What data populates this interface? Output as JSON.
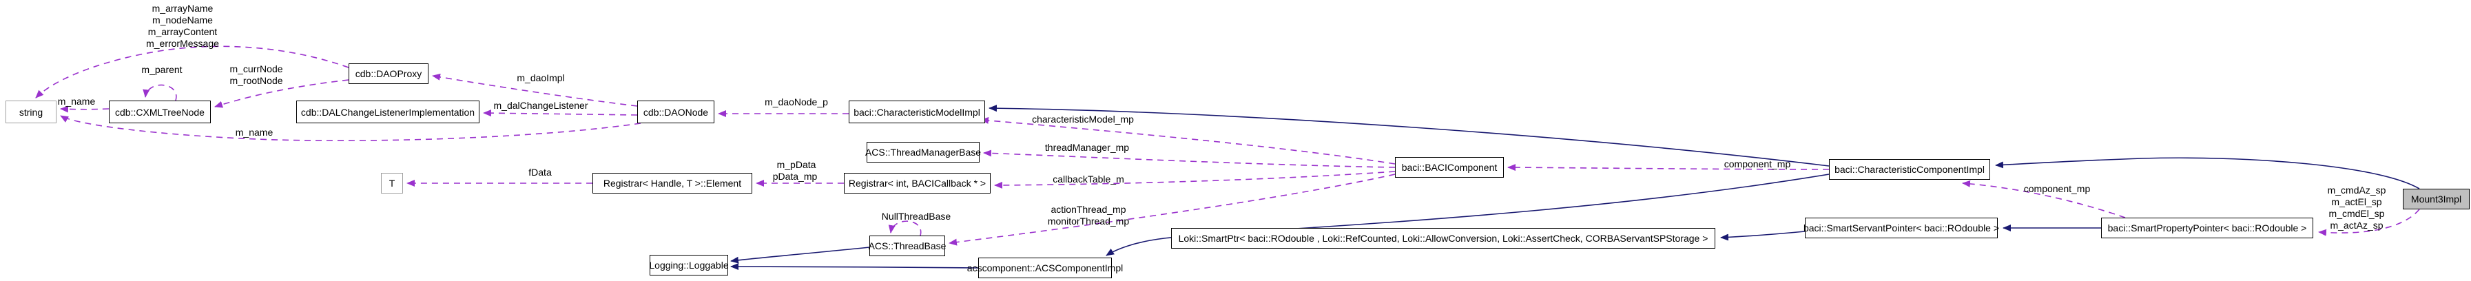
{
  "diagram": {
    "type": "collaboration-graph",
    "main_class": "Mount3Impl",
    "colors": {
      "usage_edge": "#9a32cd",
      "inheritance_edge": "#191970",
      "node_border": "#000000",
      "node_fill": "#ffffff",
      "external_node_border": "#9e9e9e",
      "main_node_fill": "#bfbfbf",
      "label_text": "#000000"
    },
    "nodes": {
      "string_type": {
        "label": "string"
      },
      "cxmltreenode": {
        "label": "cdb::CXMLTreeNode"
      },
      "daoproxy": {
        "label": "cdb::DAOProxy"
      },
      "dalchangelistener": {
        "label": "cdb::DALChangeListenerImplementation"
      },
      "daonode": {
        "label": "cdb::DAONode"
      },
      "charmodelimpl": {
        "label": "baci::CharacteristicModelImpl"
      },
      "threadmanagerbase": {
        "label": "ACS::ThreadManagerBase"
      },
      "t_param": {
        "label": "T"
      },
      "registrar_element": {
        "label": "Registrar< Handle, T >::Element"
      },
      "registrar_callback": {
        "label": "Registrar< int, BACICallback * >"
      },
      "bacicomponent": {
        "label": "baci::BACIComponent"
      },
      "charcomponentimpl": {
        "label": "baci::CharacteristicComponentImpl"
      },
      "threadbase": {
        "label": "ACS::ThreadBase"
      },
      "loggable": {
        "label": "Logging::Loggable"
      },
      "acscomponentimpl": {
        "label": "acscomponent::ACSComponentImpl"
      },
      "lokismartptr": {
        "label": "Loki::SmartPtr< baci::ROdouble , Loki::RefCounted, Loki::AllowConversion, Loki::AssertCheck, CORBAServantSPStorage >"
      },
      "smartservantpointer": {
        "label": "baci::SmartServantPointer< baci::ROdouble >"
      },
      "smartpropertypointer": {
        "label": "baci::SmartPropertyPointer< baci::ROdouble >"
      },
      "mount3impl": {
        "label": "Mount3Impl"
      }
    },
    "labels": {
      "proxy_fields": [
        "m_arrayName",
        "m_nodeName",
        "m_arrayContent",
        "m_errorMessage"
      ],
      "m_parent": "m_parent",
      "curr_root": [
        "m_currNode",
        "m_rootNode"
      ],
      "m_name_tree": "m_name",
      "m_name_daonode": "m_name",
      "m_daoImpl": "m_daoImpl",
      "m_dalChangeListener": "m_dalChangeListener",
      "m_daoNode_p": "m_daoNode_p",
      "characteristicModel_mp": "characteristicModel_mp",
      "threadManager_mp": "threadManager_mp",
      "callbackTable_m": "callbackTable_m",
      "action_monitor": [
        "actionThread_mp",
        "monitorThread_mp"
      ],
      "pdata": [
        "m_pData",
        "pData_mp"
      ],
      "fData": "fData",
      "NullThreadBase": "NullThreadBase",
      "component_mp_1": "component_mp",
      "component_mp_2": "component_mp",
      "mount_props": [
        "m_cmdAz_sp",
        "m_actEl_sp",
        "m_cmdEl_sp",
        "m_actAz_sp"
      ]
    },
    "edges": [
      {
        "from": "cdb::CXMLTreeNode",
        "to": "string",
        "label": "m_name",
        "type": "usage"
      },
      {
        "from": "cdb::CXMLTreeNode",
        "to": "cdb::CXMLTreeNode",
        "label": "m_parent",
        "type": "usage"
      },
      {
        "from": "cdb::DAOProxy",
        "to": "cdb::CXMLTreeNode",
        "label": "m_currNode m_rootNode",
        "type": "usage"
      },
      {
        "from": "cdb::DAOProxy",
        "to": "string",
        "label": "m_arrayName m_nodeName m_arrayContent m_errorMessage",
        "type": "usage"
      },
      {
        "from": "cdb::DAONode",
        "to": "string",
        "label": "m_name",
        "type": "usage"
      },
      {
        "from": "cdb::DAONode",
        "to": "cdb::DAOProxy",
        "label": "m_daoImpl",
        "type": "usage"
      },
      {
        "from": "cdb::DAONode",
        "to": "cdb::DALChangeListenerImplementation",
        "label": "m_dalChangeListener",
        "type": "usage"
      },
      {
        "from": "baci::CharacteristicModelImpl",
        "to": "cdb::DAONode",
        "label": "m_daoNode_p",
        "type": "usage"
      },
      {
        "from": "baci::BACIComponent",
        "to": "baci::CharacteristicModelImpl",
        "label": "characteristicModel_mp",
        "type": "usage"
      },
      {
        "from": "baci::BACIComponent",
        "to": "ACS::ThreadManagerBase",
        "label": "threadManager_mp",
        "type": "usage"
      },
      {
        "from": "baci::BACIComponent",
        "to": "Registrar< int, BACICallback * >",
        "label": "callbackTable_m",
        "type": "usage"
      },
      {
        "from": "baci::BACIComponent",
        "to": "ACS::ThreadBase",
        "label": "actionThread_mp monitorThread_mp",
        "type": "usage"
      },
      {
        "from": "Registrar< int, BACICallback * >",
        "to": "Registrar< Handle, T >::Element",
        "label": "m_pData pData_mp",
        "type": "usage"
      },
      {
        "from": "Registrar< Handle, T >::Element",
        "to": "T",
        "label": "fData",
        "type": "usage"
      },
      {
        "from": "ACS::ThreadBase",
        "to": "ACS::ThreadBase",
        "label": "NullThreadBase",
        "type": "usage"
      },
      {
        "from": "baci::CharacteristicComponentImpl",
        "to": "baci::BACIComponent",
        "label": "component_mp",
        "type": "usage"
      },
      {
        "from": "baci::SmartPropertyPointer< baci::ROdouble >",
        "to": "baci::CharacteristicComponentImpl",
        "label": "component_mp",
        "type": "usage"
      },
      {
        "from": "Mount3Impl",
        "to": "baci::SmartPropertyPointer< baci::ROdouble >",
        "label": "m_cmdAz_sp m_actEl_sp m_cmdEl_sp m_actAz_sp",
        "type": "usage"
      },
      {
        "from": "baci::CharacteristicComponentImpl",
        "to": "baci::CharacteristicModelImpl",
        "label": "",
        "type": "inheritance"
      },
      {
        "from": "baci::CharacteristicComponentImpl",
        "to": "acscomponent::ACSComponentImpl",
        "label": "",
        "type": "inheritance"
      },
      {
        "from": "acscomponent::ACSComponentImpl",
        "to": "Logging::Loggable",
        "label": "",
        "type": "inheritance"
      },
      {
        "from": "ACS::ThreadBase",
        "to": "Logging::Loggable",
        "label": "",
        "type": "inheritance"
      },
      {
        "from": "Mount3Impl",
        "to": "baci::CharacteristicComponentImpl",
        "label": "",
        "type": "inheritance"
      },
      {
        "from": "baci::SmartPropertyPointer< baci::ROdouble >",
        "to": "baci::SmartServantPointer< baci::ROdouble >",
        "label": "",
        "type": "inheritance"
      },
      {
        "from": "baci::SmartServantPointer< baci::ROdouble >",
        "to": "Loki::SmartPtr< baci::ROdouble , Loki::RefCounted, Loki::AllowConversion, Loki::AssertCheck, CORBAServantSPStorage >",
        "label": "",
        "type": "inheritance"
      }
    ]
  }
}
